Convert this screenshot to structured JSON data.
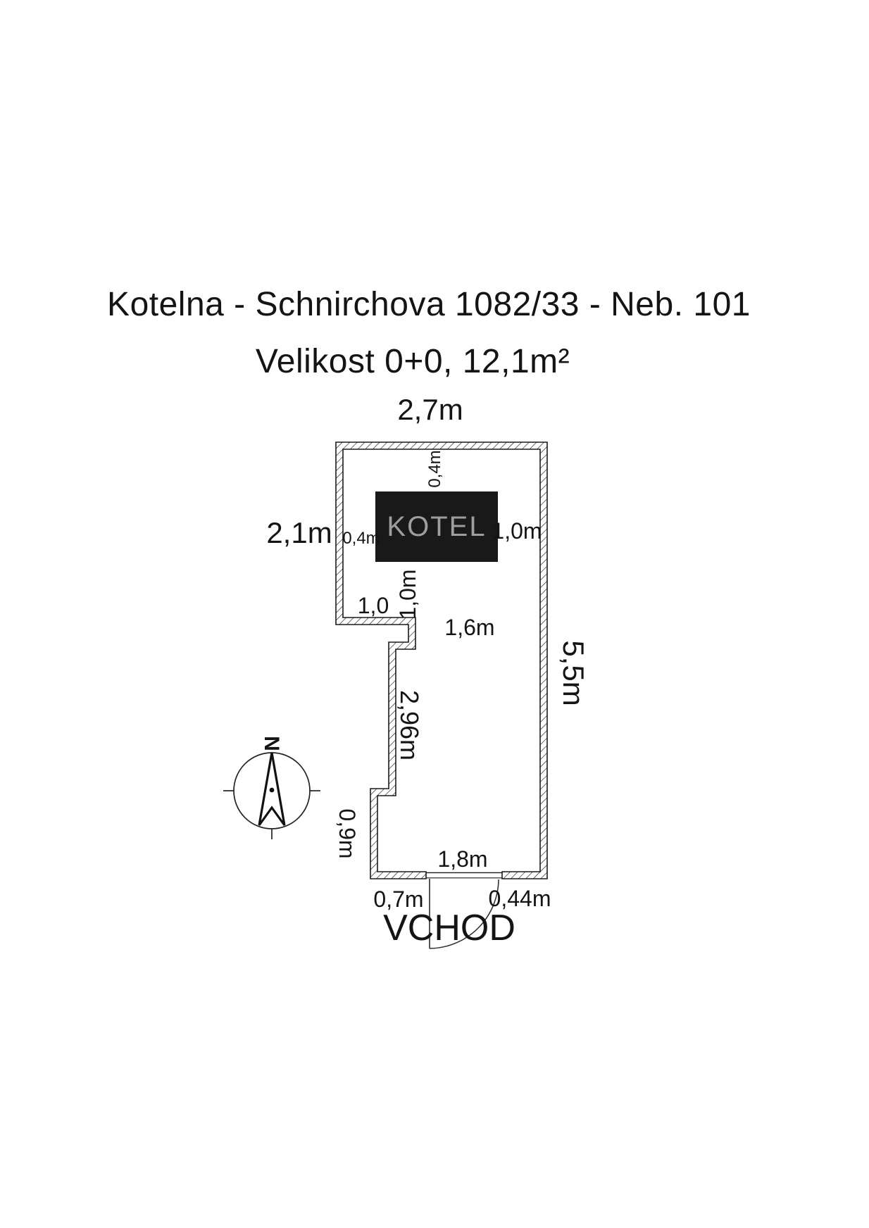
{
  "document": {
    "title_line1": "Kotelna - Schnirchova 1082/33 - Neb. 101",
    "title_line2": "Velikost 0+0, 12,1m²"
  },
  "floorplan": {
    "room_box_label": "KOTEL",
    "entrance_label": "VCHOD",
    "compass_north": "N",
    "dimensions": {
      "top_width": "2,7m",
      "upper_left_height": "2,1m",
      "kotel_top_offset": "0,4m",
      "kotel_left_offset": "0,4m",
      "kotel_right_offset": "1,0m",
      "step_depth": "1,0m",
      "step_width": "1,0",
      "step_clearance": "1,6m",
      "mid_left_height": "2,96m",
      "right_height": "5,5m",
      "lower_left_height": "0,9m",
      "bottom_width": "1,8m",
      "door_left_offset": "0,7m",
      "door_width": "0,44m"
    },
    "colors": {
      "line": "#1a1a1a",
      "kotel_background": "#191919",
      "kotel_text": "#9e9e9e",
      "text": "#141414",
      "page_background": "#ffffff"
    }
  }
}
